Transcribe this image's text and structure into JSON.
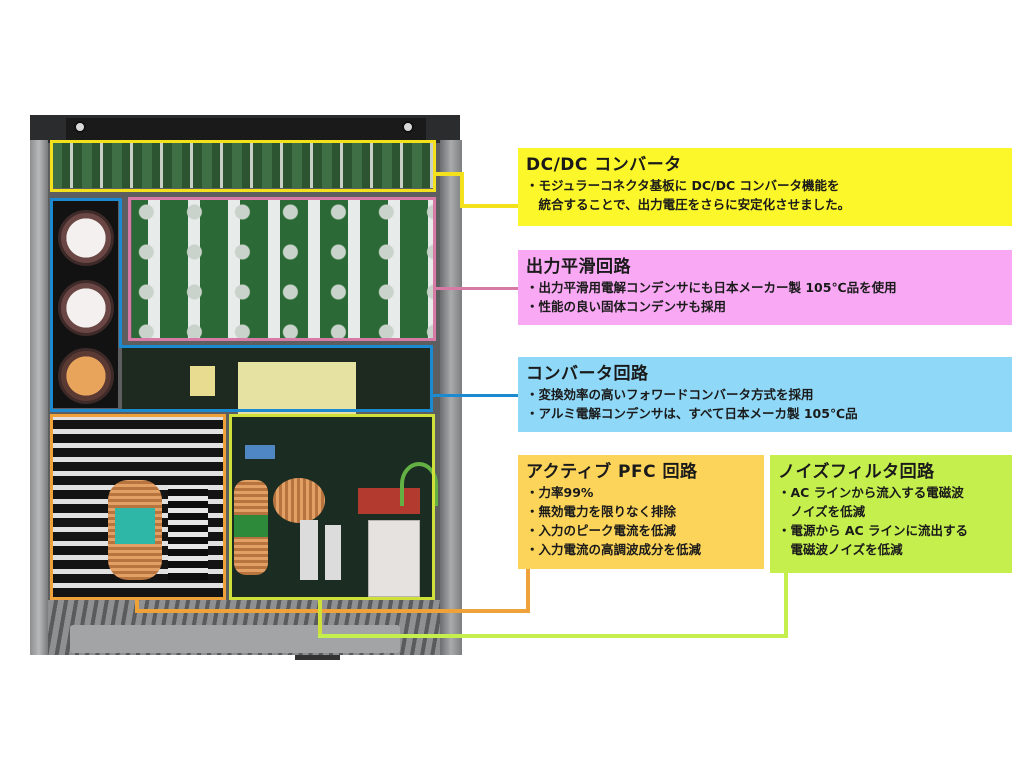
{
  "colors": {
    "dcdc": "#fcf72a",
    "output_smoothing": "#f9a9f4",
    "converter": "#8fd8f7",
    "active_pfc": "#fcd45a",
    "noise_filter": "#c5ef4d",
    "dcdc_outline": "#f2e11b",
    "output_outline": "#d77aa6",
    "converter_outline": "#1b8ad0",
    "pfc_outline": "#f0a23a",
    "noise_outline": "#cfe03a"
  },
  "callouts": {
    "dcdc": {
      "title": "DC/DC コンバータ",
      "items": [
        "・モジュラーコネクタ基板に DC/DC コンバータ機能を",
        "　統合することで、出力電圧をさらに安定化させました。"
      ]
    },
    "output_smoothing": {
      "title": "出力平滑回路",
      "items": [
        "・出力平滑用電解コンデンサにも日本メーカー製 105℃品を使用",
        "・性能の良い固体コンデンサも採用"
      ]
    },
    "converter": {
      "title": "コンバータ回路",
      "items": [
        "・変換効率の高いフォワードコンバータ方式を採用",
        "・アルミ電解コンデンサは、すべて日本メーカ製 105℃品"
      ]
    },
    "active_pfc": {
      "title": "アクティブ PFC 回路",
      "items": [
        "・力率99%",
        "・無効電力を限りなく排除",
        "・入力のピーク電流を低減",
        "・入力電流の高調波成分を低減"
      ]
    },
    "noise_filter": {
      "title": "ノイズフィルタ回路",
      "items": [
        "・AC ラインから流入する電磁波",
        "　ノイズを低減",
        "・電源から AC ラインに流出する",
        "　電磁波ノイズを低減"
      ]
    }
  }
}
